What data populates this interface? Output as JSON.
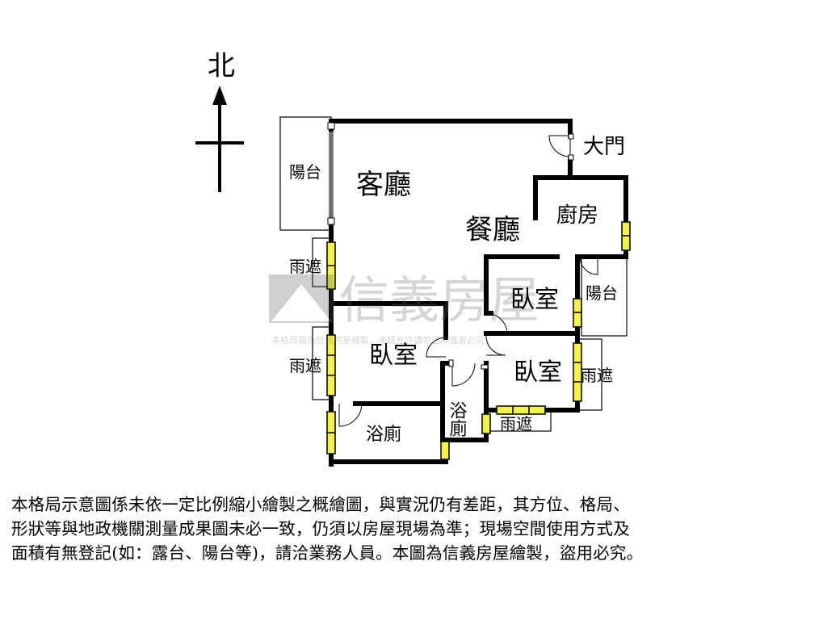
{
  "compass": {
    "north": "北"
  },
  "rooms": {
    "living_room": "客廳",
    "dining_room": "餐廳",
    "kitchen": "廚房",
    "main_door": "大門",
    "balcony_west": "陽台",
    "balcony_east": "陽台",
    "bedroom_ne": "臥室",
    "bedroom_w": "臥室",
    "bedroom_se": "臥室",
    "bath_center": "浴廁",
    "bath_sw": "浴廁",
    "awning_w1": "雨遮",
    "awning_w2": "雨遮",
    "awning_e": "雨遮",
    "awning_s": "雨遮"
  },
  "watermark": {
    "brand": "信義房屋",
    "note": "本格局圖為信義房屋繪製，未經允許請勿盜用違者必究"
  },
  "disclaimer": {
    "line1": "本格局示意圖係未依一定比例縮小繪製之概繪圖，與實況仍有差距，其方位、格局、",
    "line2": "形狀等與地政機關測量成果圖未必一致，仍須以房屋現場為準；現場空間使用方式及",
    "line3": "面積有無登記(如：露台、陽台等)，請洽業務人員。本圖為信義房屋繪製，盜用必究。"
  }
}
